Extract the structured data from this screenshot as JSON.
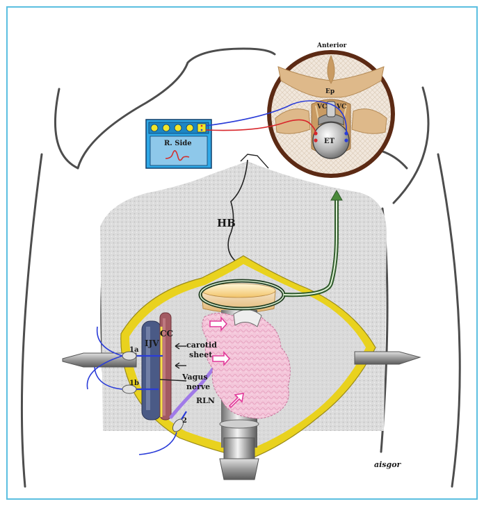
{
  "labels": {
    "anterior": "Anterior",
    "ep": "Ep",
    "vc_left": "VC",
    "vc_right": "VC",
    "et": "ET",
    "hb": "HB",
    "cc": "CC",
    "ijv": "IJV",
    "carotid_line1": "carotid",
    "carotid_line2": "sheet",
    "vagus_line1": "Vagus",
    "vagus_line2": "nerve",
    "rln": "RLN",
    "clip_1a": "1a",
    "clip_1b": "1b",
    "clip_2": "2",
    "signature": "aisgor"
  },
  "monitor": {
    "screen_label": "R. Side",
    "indicator_count": 4
  },
  "colors": {
    "frame": "#5bbfe0",
    "monitor_body": "#2fa8e6",
    "indicator": "#f2e52a",
    "signal_trace": "#d03030",
    "wire_red": "#d8262b",
    "wire_blue": "#2a3cd8",
    "tube_green": "#4a8a3a",
    "wound_edge": "#e9d21e",
    "thyroid": "#f2b6cf",
    "arrow_pink": "#e23a9a",
    "ijv": "#4a5a86",
    "cc": "#a35a62",
    "rln": "#a07ae8",
    "larynx_tissue": "#deb98a"
  },
  "icons": [
    "arrow-up-icon",
    "arrow-right-icon",
    "arrow-left-icon",
    "signal-wave-icon"
  ]
}
